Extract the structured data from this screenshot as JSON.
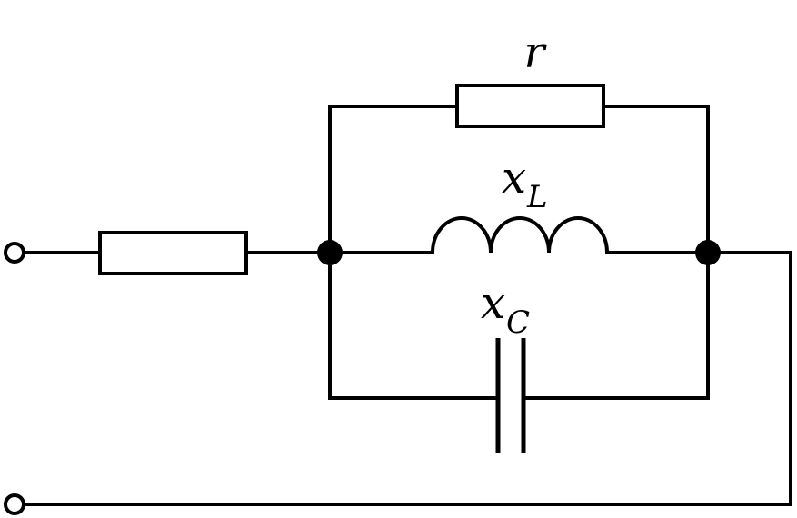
{
  "diagram": {
    "labels": {
      "r": "r",
      "xL_main": "x",
      "xL_sub": "L",
      "xC_main": "x",
      "xC_sub": "C"
    }
  }
}
